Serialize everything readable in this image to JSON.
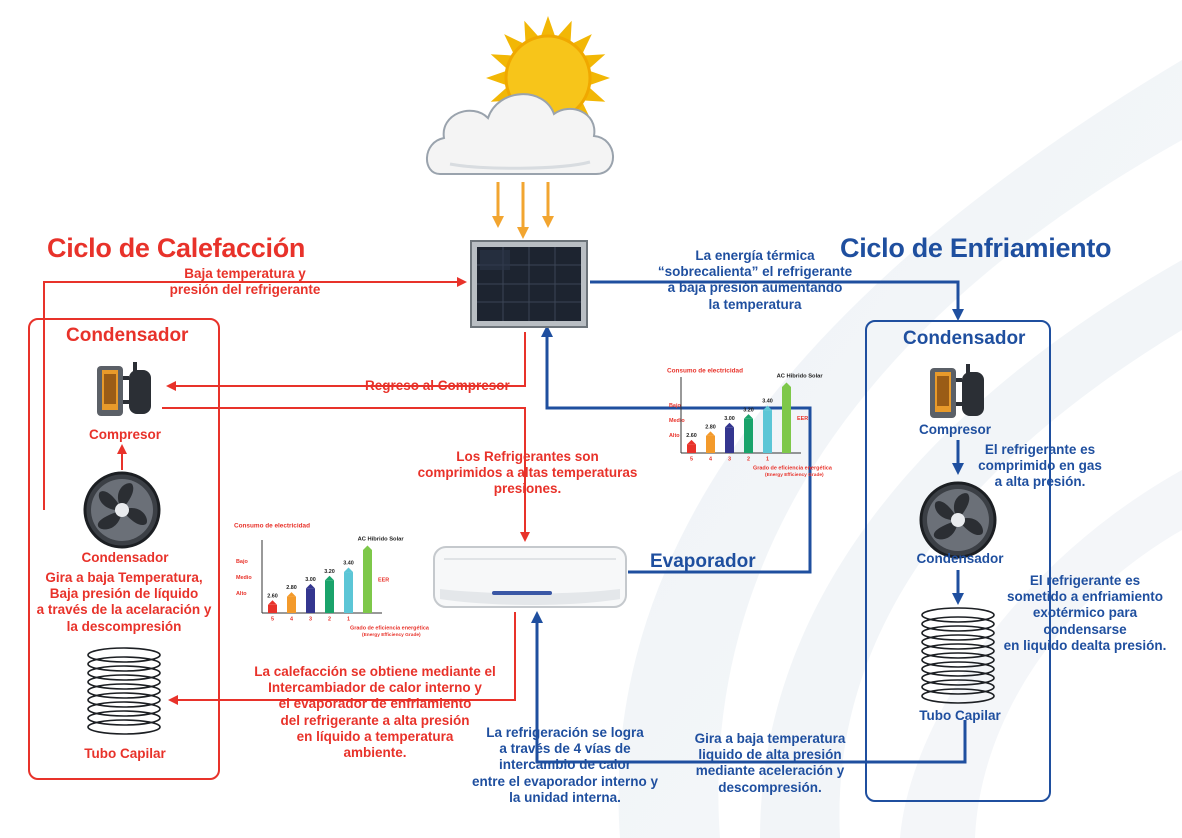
{
  "heating": {
    "title": "Ciclo de Calefacción",
    "heading": "Condensador",
    "low_temp_label": "Baja temperatura y\npresión del refrigerante",
    "return_label": "Regreso al Compresor",
    "compressor_label": "Compresor",
    "condenser_label": "Condensador",
    "condenser_desc": "Gira a baja Temperatura,\nBaja presión de líquido\na través de la acelaración y\nla descompresión",
    "capillary_label": "Tubo Capilar",
    "compressed_label": "Los Refrigerantes son\ncomprimidos a altas temperaturas\npresiones.",
    "heating_desc": "La calefacción se obtiene mediante el\nIntercambiador de calor interno y\nel evaporador de enfriamiento\ndel refrigerante a alta presión\nen líquido a temperatura\nambiente."
  },
  "cooling": {
    "title": "Ciclo de Enfriamiento",
    "heading": "Condensador",
    "energy_label": "La energía térmica\n“sobrecalienta” el refrigerante\na baja presión aumentando\nla temperatura",
    "compressor_label": "Compresor",
    "compressed_gas": "El refrigerante es\ncomprimido en gas\na alta presión.",
    "condenser_label": "Condensador",
    "exothermic": "El refrigerante es\nsometido a enfriamiento\nexotérmico para condensarse\nen liquido dealta presión.",
    "capillary_label": "Tubo Capilar",
    "rotate_desc": "Gira a baja temperatura\nliquido de alta presión\nmediante aceleración y\ndescompresión.",
    "refrigeration_desc": "La refrigeración se logra\na través de 4 vías de\nintercambio de calor\nentre el evaporador interno y\nla unidad interna.",
    "evaporator_label": "Evaporador"
  },
  "colors": {
    "red": "#e8322a",
    "blue": "#1f4f9f",
    "sun": "#f2b705",
    "arrow_orange": "#f2a530"
  },
  "icons": [
    "sun-icon",
    "cloud-icon",
    "solar-panel-icon",
    "compressor-icon",
    "fan-icon",
    "coil-icon",
    "ac-unit-icon"
  ],
  "chart_data": [
    {
      "type": "bar",
      "title": "Consumo de electricidad",
      "side_labels": [
        "Bajo",
        "Medio",
        "Alto"
      ],
      "top_label": "AC Híbrido Solar",
      "eer_label": "EER",
      "categories": [
        "5",
        "4",
        "3",
        "2",
        "1"
      ],
      "values": [
        2.6,
        2.8,
        3.0,
        3.2,
        3.4
      ],
      "value_labels": [
        "2.60",
        "2.80",
        "3.00",
        "3.20",
        "3.40"
      ],
      "bar_colors": [
        "#e8322a",
        "#f39a2b",
        "#34368f",
        "#1aa36b",
        "#5cc6d6",
        "#7ec84a"
      ],
      "xlabel": "Grado de eficiencia energética",
      "xlabel2": "(Energy Efficiency Grade)"
    },
    {
      "type": "bar",
      "title": "Consumo de electricidad",
      "side_labels": [
        "Bajo",
        "Medio",
        "Alto"
      ],
      "top_label": "AC Hibrido Solar",
      "eer_label": "EER",
      "categories": [
        "5",
        "4",
        "3",
        "2",
        "1"
      ],
      "values": [
        2.6,
        2.8,
        3.0,
        3.2,
        3.4
      ],
      "value_labels": [
        "2.60",
        "2.80",
        "3.00",
        "3.20",
        "3.40"
      ],
      "bar_colors": [
        "#e8322a",
        "#f39a2b",
        "#34368f",
        "#1aa36b",
        "#5cc6d6",
        "#7ec84a"
      ],
      "xlabel": "Grado de eficiencia energética",
      "xlabel2": "(Energy Efficiency Grade)"
    }
  ]
}
